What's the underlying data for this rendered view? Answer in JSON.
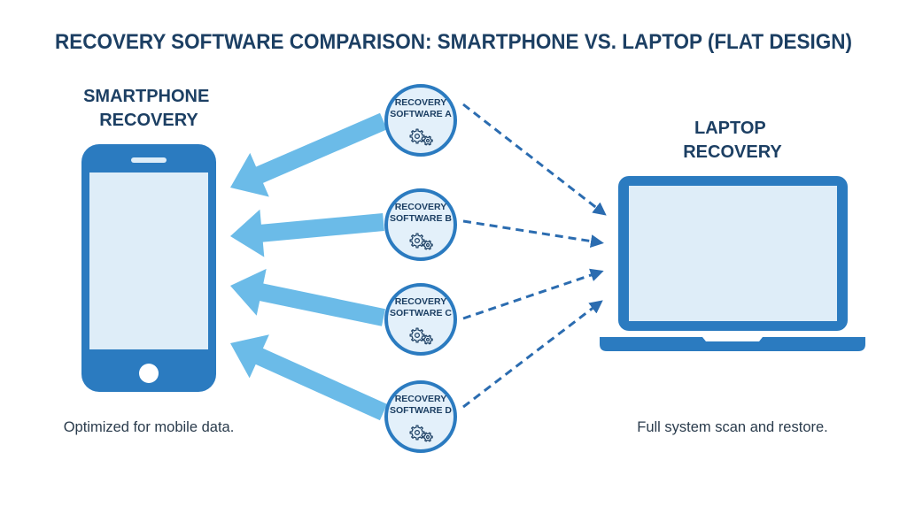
{
  "title": "RECOVERY SOFTWARE COMPARISON: SMARTPHONE VS. LAPTOP (FLAT DESIGN)",
  "smartphone": {
    "heading_lines": [
      "SMARTPHONE",
      "RECOVERY"
    ],
    "caption": "Optimized for mobile data.",
    "icon": "smartphone-icon"
  },
  "laptop": {
    "heading_lines": [
      "LAPTOP",
      "RECOVERY"
    ],
    "caption": "Full system scan and restore.",
    "icon": "laptop-icon"
  },
  "software": [
    {
      "lines": [
        "RECOVERY",
        "SOFTWARE A"
      ],
      "icon": "gears-icon"
    },
    {
      "lines": [
        "RECOVERY",
        "SOFTWARE B"
      ],
      "icon": "gears-icon"
    },
    {
      "lines": [
        "RECOVERY",
        "SOFTWARE C"
      ],
      "icon": "gears-icon"
    },
    {
      "lines": [
        "RECOVERY",
        "SOFTWARE D"
      ],
      "icon": "gears-icon"
    }
  ],
  "colors": {
    "primary_blue": "#2b7bc0",
    "light_blue_arrow": "#6bbbe8",
    "screen_fill": "#deedf8",
    "circle_fill": "#e3f0fa",
    "title_text": "#1c3f63",
    "dashed_arrow": "#2b6cb0"
  }
}
